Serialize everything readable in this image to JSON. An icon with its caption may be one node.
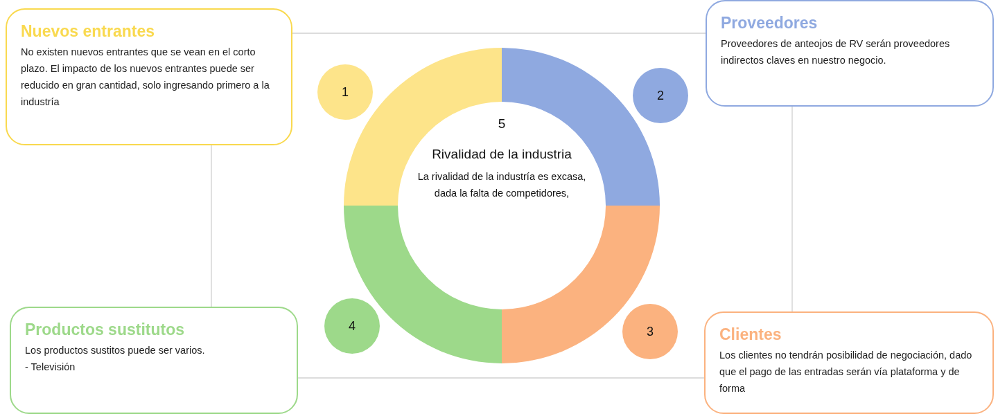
{
  "diagram": {
    "nodes": [
      {
        "text": [
          "Nuevos entrantes",
          "No existen nuevos entrantes que se vean en el corto plazo. El impacto de los nuevos entrantes puede ser reducido en gran cantidad, solo ingresando primero a la industría"
        ]
      },
      {
        "text": [
          "Proveedores",
          "Proveedores de anteojos de RV serán proveedores indirectos claves en nuestro negocio."
        ]
      },
      {
        "text": [
          "Productos sustitutos",
          "Los productos sustitos puede ser varios.",
          "- Televisión"
        ]
      },
      {
        "text": [
          "Clientes",
          "Los clientes no tendrán posibilidad de negociación, dado que el pago de las entradas serán vía plataforma y de forma"
        ]
      },
      {
        "text": [
          "1"
        ]
      },
      {
        "text": [
          "2"
        ]
      },
      {
        "text": [
          "3"
        ]
      },
      {
        "text": [
          "4"
        ]
      },
      {
        "text": [
          "5",
          "Rivalidad de la industria",
          "La rivalidad de la industría es excasa, dada la falta de competidores,"
        ]
      }
    ],
    "edges": [
      {
        "from": 0,
        "to": 1,
        "arrow": "none"
      },
      {
        "from": 1,
        "to": 3,
        "arrow": "none"
      },
      {
        "from": 2,
        "to": 3,
        "arrow": "none"
      },
      {
        "from": 0,
        "to": 2,
        "arrow": "none"
      }
    ]
  }
}
